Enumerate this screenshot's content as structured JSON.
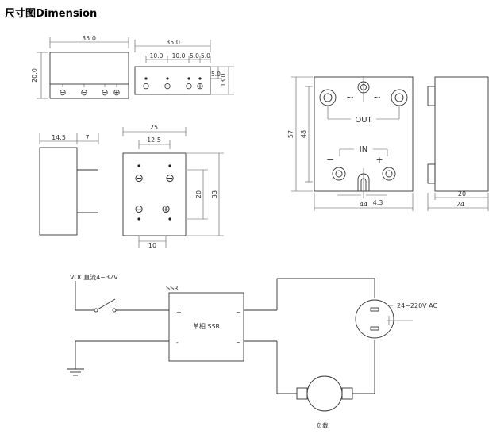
{
  "title": "尺寸图Dimension",
  "front_view": {
    "width": "35.0",
    "height": "20.0",
    "symbols": [
      "⊖",
      "⊖",
      "⊖",
      "⊕"
    ]
  },
  "top_view": {
    "width": "35.0",
    "spacing": [
      "10.0",
      "10.0",
      "5.0",
      "5.0"
    ],
    "pin_offset": "5.0",
    "height": "13.0",
    "symbols": [
      "⊖",
      "⊖",
      "⊖",
      "⊕"
    ]
  },
  "side_view": {
    "depth": "14.5",
    "pin_len": "7"
  },
  "bottom_view": {
    "outer_width": "25",
    "inner_width": "12.5",
    "inner_height": "20",
    "outer_height": "33",
    "pin_pitch": "10"
  },
  "large_front": {
    "height_outer": "57",
    "height_inner": "48",
    "width": "44",
    "slot": "4.3",
    "out_label": "OUT",
    "in_label": "IN",
    "ac_symbol": "~",
    "minus": "−",
    "plus": "+"
  },
  "large_side": {
    "depth_inner": "20",
    "depth_outer": "24"
  },
  "circuit": {
    "input_label": "VOC直流4~32V",
    "ssr_label": "SSR",
    "ssr_inner": "单相 SSR",
    "plus": "+",
    "minus": "-",
    "tilde": "~",
    "ac_label": "24~220V AC",
    "load_label": "负载"
  }
}
